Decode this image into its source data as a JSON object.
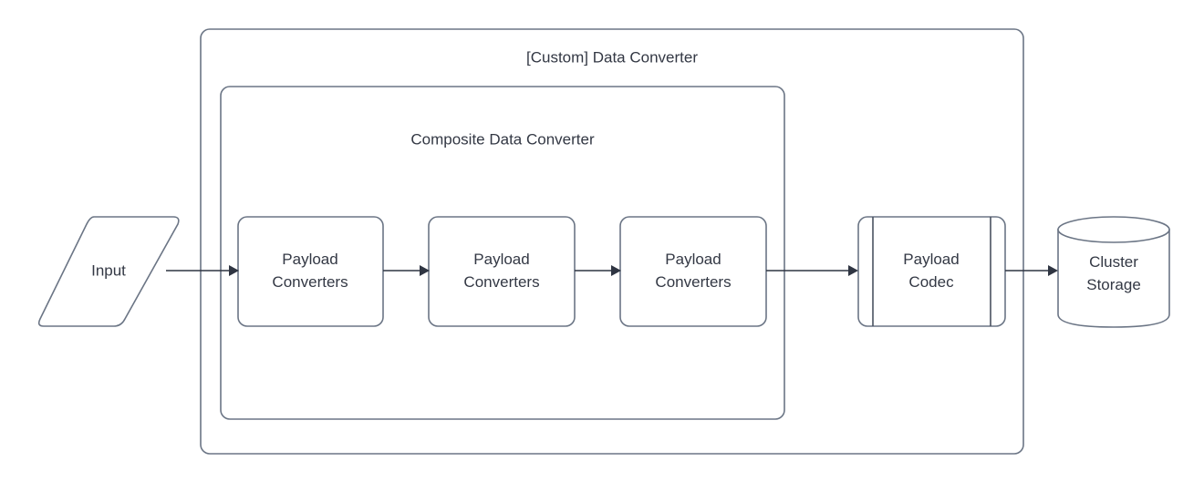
{
  "diagram": {
    "type": "flow-diagram",
    "background_color": "#ffffff",
    "stroke_color": "#6b7585",
    "connector_color": "#2f3542",
    "text_color": "#333844",
    "containers": [
      {
        "id": "custom-data-converter",
        "label": "[Custom] Data Converter",
        "shape": "rounded-rectangle"
      },
      {
        "id": "composite-data-converter",
        "label": "Composite Data Converter",
        "shape": "rounded-rectangle"
      }
    ],
    "nodes": [
      {
        "id": "input",
        "label": "Input",
        "shape": "parallelogram"
      },
      {
        "id": "payload-converters-1",
        "label": "Payload\nConverters",
        "shape": "rounded-rectangle"
      },
      {
        "id": "payload-converters-2",
        "label": "Payload\nConverters",
        "shape": "rounded-rectangle"
      },
      {
        "id": "payload-converters-3",
        "label": "Payload\nConverters",
        "shape": "rounded-rectangle"
      },
      {
        "id": "payload-codec",
        "label": "Payload\nCodec",
        "shape": "subprocess"
      },
      {
        "id": "cluster-storage",
        "label": "Cluster\nStorage",
        "shape": "cylinder"
      }
    ],
    "edges": [
      {
        "id": "edge-input-to-pc1",
        "from": "input",
        "to": "payload-converters-1",
        "arrow": "single"
      },
      {
        "id": "edge-pc1-to-pc2",
        "from": "payload-converters-1",
        "to": "payload-converters-2",
        "arrow": "single"
      },
      {
        "id": "edge-pc2-to-pc3",
        "from": "payload-converters-2",
        "to": "payload-converters-3",
        "arrow": "single"
      },
      {
        "id": "edge-pc3-to-codec",
        "from": "payload-converters-3",
        "to": "payload-codec",
        "arrow": "single"
      },
      {
        "id": "edge-codec-to-storage",
        "from": "payload-codec",
        "to": "cluster-storage",
        "arrow": "single"
      }
    ]
  }
}
